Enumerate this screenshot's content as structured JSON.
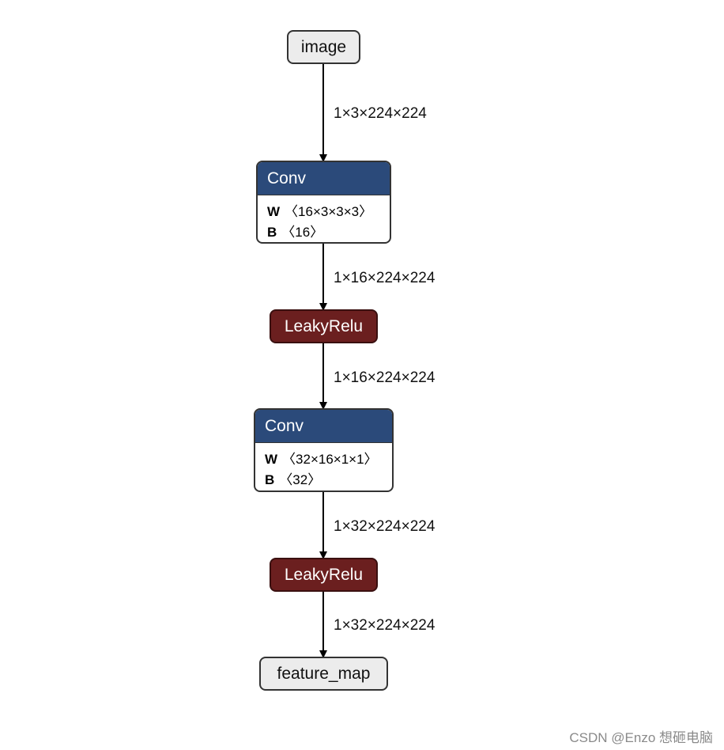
{
  "nodes": {
    "image": "image",
    "conv1": {
      "op": "Conv",
      "w_key": "W",
      "w_val": "〈16×3×3×3〉",
      "b_key": "B",
      "b_val": "〈16〉"
    },
    "relu1": "LeakyRelu",
    "conv2": {
      "op": "Conv",
      "w_key": "W",
      "w_val": "〈32×16×1×1〉",
      "b_key": "B",
      "b_val": "〈32〉"
    },
    "relu2": "LeakyRelu",
    "output": "feature_map"
  },
  "edges": {
    "e1": "1×3×224×224",
    "e2": "1×16×224×224",
    "e3": "1×16×224×224",
    "e4": "1×32×224×224",
    "e5": "1×32×224×224"
  },
  "colors": {
    "conv_header": "#2b4a7a",
    "activation": "#6b1f1f",
    "io_fill": "#ececec"
  },
  "watermark": "CSDN @Enzo 想砸电脑"
}
